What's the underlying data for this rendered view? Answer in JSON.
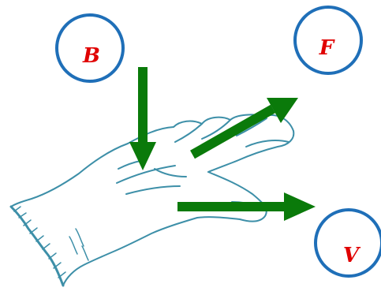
{
  "labels": {
    "magnetic_field": "B",
    "force": "F",
    "velocity": "V"
  },
  "colors": {
    "arrow": "#0a7a0a",
    "circle_border": "#1f6fb8",
    "label_text": "#e00000",
    "hand_outline": "#3d8fa8"
  },
  "icons": {
    "hand": "open-left-hand-icon",
    "arrows": [
      "arrow-down-icon",
      "arrow-up-right-icon",
      "arrow-right-icon"
    ]
  }
}
